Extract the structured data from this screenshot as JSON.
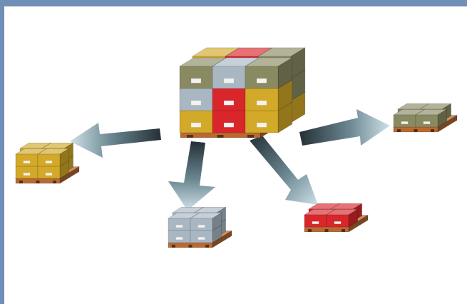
{
  "diagram": {
    "type": "pallet-distribution",
    "colors": {
      "frame": "#6f8fb6",
      "background": "#ffffff",
      "box_olive": "#8a8a62",
      "box_gray": "#a9b7c3",
      "box_red": "#d9262b",
      "box_yellow": "#d2a928",
      "pallet_wood": "#b86a32",
      "arrow_dark": "#243036",
      "arrow_light": "#bcd2dc"
    },
    "source_pallet": {
      "name": "mixed-pallet",
      "box_colors": [
        "olive",
        "gray",
        "red",
        "yellow"
      ]
    },
    "destination_pallets": [
      {
        "name": "yellow-pallet",
        "box_color": "yellow"
      },
      {
        "name": "gray-pallet",
        "box_color": "gray"
      },
      {
        "name": "red-pallet",
        "box_color": "red"
      },
      {
        "name": "olive-pallet",
        "box_color": "olive"
      }
    ]
  }
}
